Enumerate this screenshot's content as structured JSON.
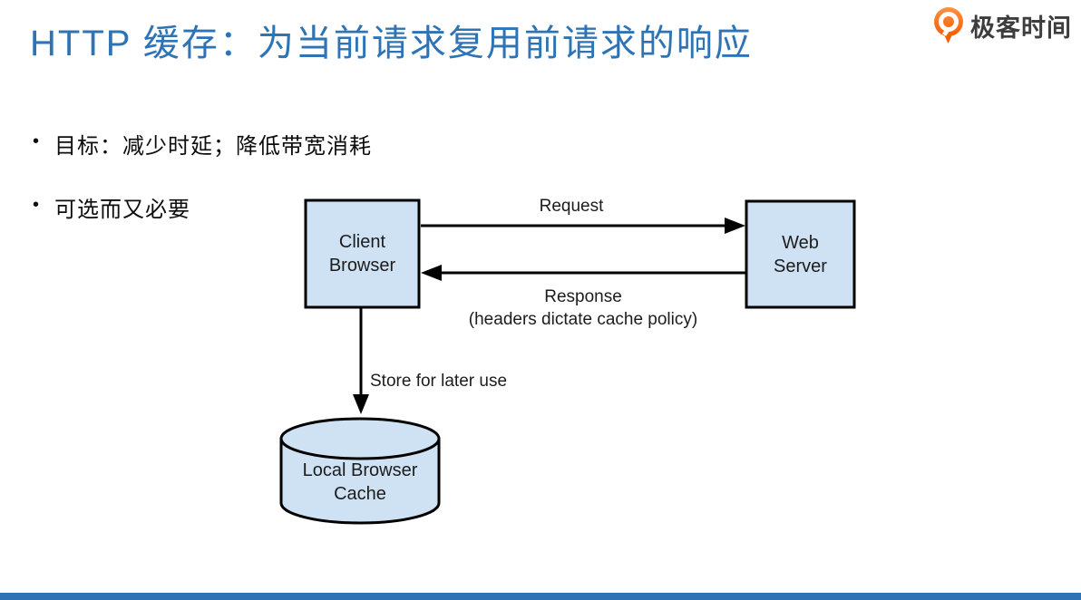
{
  "page": {
    "title": "HTTP 缓存：为当前请求复用前请求的响应"
  },
  "brand": {
    "name": "极客时间",
    "icon": "geektime-logo-icon",
    "orange": "#F8650C",
    "text_color": "#3D3D3D"
  },
  "bullets": [
    {
      "marker": "•",
      "text": "目标：减少时延；降低带宽消耗"
    },
    {
      "marker": "•",
      "text": "可选而又必要"
    }
  ],
  "diagram": {
    "nodes": {
      "client": {
        "label": "Client\nBrowser"
      },
      "server": {
        "label": "Web\nServer"
      },
      "cache": {
        "label": "Local Browser\nCache"
      }
    },
    "edges": {
      "request": {
        "label": "Request"
      },
      "response": {
        "label": "Response",
        "sublabel": "(headers dictate cache policy)"
      },
      "store": {
        "label": "Store for later use"
      }
    },
    "colors": {
      "node_fill": "#CFE2F3",
      "node_border": "#000000",
      "arrow": "#000000"
    }
  },
  "colors": {
    "title_blue": "#2E74B5",
    "footer_bar": "#2E74B5"
  }
}
